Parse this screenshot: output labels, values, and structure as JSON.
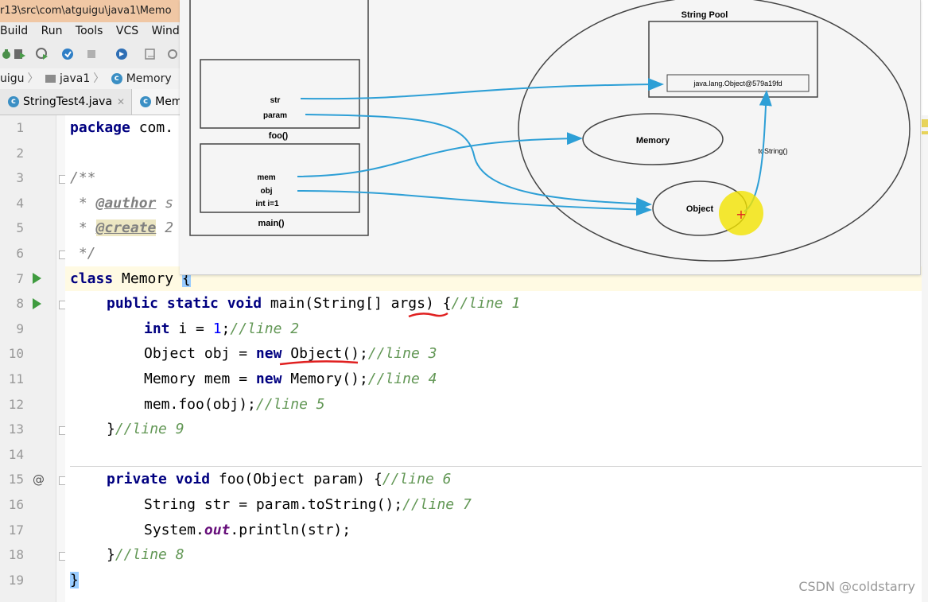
{
  "window": {
    "path_title": "r13\\src\\com\\atguigu\\java1\\Memo"
  },
  "menu": [
    "Build",
    "Run",
    "Tools",
    "VCS",
    "Windo"
  ],
  "breadcrumb": [
    "uigu",
    "java1",
    "Memory"
  ],
  "tabs": [
    {
      "label": "StringTest4.java",
      "active": false
    },
    {
      "label": "Mem",
      "active": true
    }
  ],
  "code": {
    "line_numbers": [
      "1",
      "2",
      "3",
      "4",
      "5",
      "6",
      "7",
      "8",
      "9",
      "10",
      "11",
      "12",
      "13",
      "14",
      "15",
      "16",
      "17",
      "18",
      "19"
    ],
    "l1_kw": "package",
    "l1_rest": " com.",
    "l3": "/**",
    "l4_star": " * ",
    "l4_tag": "@author",
    "l4_rest": " s",
    "l5_star": " * ",
    "l5_tag": "@create",
    "l5_rest": " 2",
    "l6": " */",
    "l7_kw": "class",
    "l7_name": " Memory ",
    "l7_brace": "{",
    "l8_kw": "public static void",
    "l8_rest": " main(String[] args) {",
    "l8_cm": "//line 1",
    "l9_kw": "int",
    "l9_var": " i = ",
    "l9_num": "1",
    "l9_semi": ";",
    "l9_cm": "//line 2",
    "l10_a": "Object obj = ",
    "l10_kw": "new",
    "l10_b": " Object();",
    "l10_cm": "//line 3",
    "l11_a": "Memory mem = ",
    "l11_kw": "new",
    "l11_b": " Memory();",
    "l11_cm": "//line 4",
    "l12_a": "mem.foo(obj);",
    "l12_cm": "//line 5",
    "l13_a": "}",
    "l13_cm": "//line 9",
    "l15_kw": "private void",
    "l15_rest": " foo(Object param) {",
    "l15_cm": "//line 6",
    "l16_a": "String str = param.toString();",
    "l16_cm": "//line 7",
    "l17_a": "System.",
    "l17_field": "out",
    "l17_b": ".println(str);",
    "l18_a": "}",
    "l18_cm": "//line 8",
    "l19": "}"
  },
  "diagram": {
    "foo_frame": {
      "label": "foo()",
      "vars": [
        "str",
        "param"
      ]
    },
    "main_frame": {
      "label": "main()",
      "vars": [
        "mem",
        "obj",
        "int i=1"
      ]
    },
    "heap": {
      "string_pool_label": "String Pool",
      "string_value": "java.lang.Object@579a19fd",
      "memory_label": "Memory",
      "object_label": "Object",
      "tostring_label": "toString()"
    }
  },
  "watermark": "CSDN @coldstarry"
}
